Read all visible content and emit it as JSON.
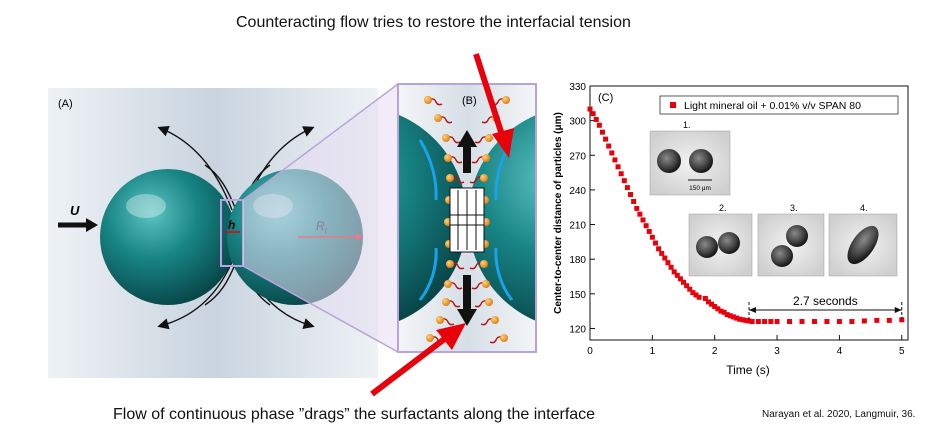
{
  "captions": {
    "top": "Counteracting flow tries to restore the interfacial tension",
    "bottom": "Flow of continuous phase ”drags” the surfactants along the interface",
    "citation": "Narayan et al. 2020, Langmuir, 36."
  },
  "panel_a": {
    "label": "(A)",
    "velocity": "U",
    "gap": "h",
    "radius": "R",
    "radius_sub": "t"
  },
  "panel_b": {
    "label": "(B)"
  },
  "panel_c": {
    "label": "(C)",
    "legend": "Light mineral oil + 0.01% v/v SPAN 80",
    "inset_labels": [
      "1.",
      "2.",
      "3.",
      "4."
    ],
    "scalebar": "150 μm",
    "annotation": "2.7 seconds"
  },
  "chart_data": {
    "type": "scatter",
    "xlabel": "Time (s)",
    "ylabel": "Center-to-center distance of particles (μm)",
    "xlim": [
      0,
      5.1
    ],
    "ylim": [
      110,
      330
    ],
    "xticks": [
      0,
      1,
      2,
      3,
      4,
      5
    ],
    "yticks": [
      120,
      150,
      180,
      210,
      240,
      270,
      300,
      330
    ],
    "series": [
      {
        "name": "Light mineral oil + 0.01% v/v SPAN 80",
        "color": "#e8000b",
        "x": [
          0.0,
          0.05,
          0.1,
          0.15,
          0.2,
          0.25,
          0.3,
          0.35,
          0.4,
          0.45,
          0.5,
          0.55,
          0.6,
          0.65,
          0.7,
          0.75,
          0.8,
          0.85,
          0.9,
          0.95,
          1.0,
          1.05,
          1.1,
          1.15,
          1.2,
          1.25,
          1.3,
          1.35,
          1.4,
          1.45,
          1.5,
          1.55,
          1.6,
          1.65,
          1.7,
          1.75,
          1.85,
          1.9,
          1.95,
          2.0,
          2.05,
          2.1,
          2.15,
          2.2,
          2.25,
          2.3,
          2.35,
          2.4,
          2.45,
          2.5,
          2.55,
          2.6,
          2.7,
          2.8,
          2.9,
          3.0,
          3.2,
          3.4,
          3.6,
          3.8,
          4.0,
          4.2,
          4.4,
          4.6,
          4.8,
          5.0
        ],
        "y": [
          310,
          306,
          301,
          296,
          290,
          284,
          278,
          272,
          266,
          260,
          254,
          248,
          242,
          236,
          230,
          224,
          219,
          214,
          209,
          204,
          199,
          194,
          189,
          185,
          181,
          177,
          173,
          169,
          166,
          163,
          160,
          157,
          154,
          151,
          149,
          147,
          146,
          143,
          141,
          139,
          137,
          135,
          134,
          132,
          131,
          130,
          129,
          128,
          127.5,
          127,
          126.5,
          126,
          126,
          126,
          126,
          126,
          126,
          126,
          126,
          126,
          126,
          126,
          126.5,
          127,
          127,
          127.5
        ]
      }
    ]
  },
  "colors": {
    "accent": "#e8000b",
    "droplet": "#0f6e70",
    "frame": "#b9a3dd",
    "arrow_blue": "#1aa3e8"
  }
}
